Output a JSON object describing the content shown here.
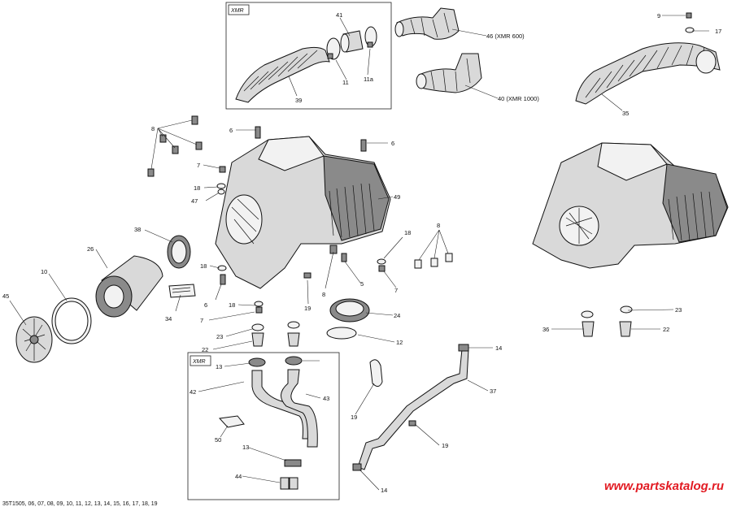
{
  "footer_reference": "35T1505, 06, 07, 08, 09, 10, 11, 12, 13, 14, 15, 16, 17, 18, 19",
  "watermark": "www.partskatalog.ru",
  "box_tags": {
    "top": "XMR",
    "bottom": "XMR"
  },
  "callouts": [
    {
      "id": "c41",
      "text": "41"
    },
    {
      "id": "c46",
      "text": "46 (XMR 600)"
    },
    {
      "id": "c39",
      "text": "39"
    },
    {
      "id": "c11",
      "text": "11"
    },
    {
      "id": "c11a",
      "text": "11a"
    },
    {
      "id": "c40",
      "text": "40 (XMR 1000)"
    },
    {
      "id": "c9",
      "text": "9"
    },
    {
      "id": "c17",
      "text": "17"
    },
    {
      "id": "c35",
      "text": "35"
    },
    {
      "id": "c8a",
      "text": "8"
    },
    {
      "id": "c6a",
      "text": "6"
    },
    {
      "id": "c6b",
      "text": "6"
    },
    {
      "id": "c7a",
      "text": "7"
    },
    {
      "id": "c18a",
      "text": "18"
    },
    {
      "id": "c47",
      "text": "47"
    },
    {
      "id": "c49",
      "text": "49"
    },
    {
      "id": "c38",
      "text": "38"
    },
    {
      "id": "c26",
      "text": "26"
    },
    {
      "id": "c10",
      "text": "10"
    },
    {
      "id": "c45",
      "text": "45"
    },
    {
      "id": "c18b",
      "text": "18"
    },
    {
      "id": "c6c",
      "text": "6"
    },
    {
      "id": "c34",
      "text": "34"
    },
    {
      "id": "c18c",
      "text": "18"
    },
    {
      "id": "c7b",
      "text": "7"
    },
    {
      "id": "c23a",
      "text": "23"
    },
    {
      "id": "c22a",
      "text": "22"
    },
    {
      "id": "c19a",
      "text": "19"
    },
    {
      "id": "c8b",
      "text": "8"
    },
    {
      "id": "c5",
      "text": "5"
    },
    {
      "id": "c18d",
      "text": "18"
    },
    {
      "id": "c8c",
      "text": "8"
    },
    {
      "id": "c7c",
      "text": "7"
    },
    {
      "id": "c24",
      "text": "24"
    },
    {
      "id": "c12",
      "text": "12"
    },
    {
      "id": "c23b",
      "text": "23"
    },
    {
      "id": "c36",
      "text": "36"
    },
    {
      "id": "c22b",
      "text": "22"
    },
    {
      "id": "c14a",
      "text": "14"
    },
    {
      "id": "c13a",
      "text": "13"
    },
    {
      "id": "c42",
      "text": "42"
    },
    {
      "id": "c43",
      "text": "43"
    },
    {
      "id": "c37",
      "text": "37"
    },
    {
      "id": "c19b",
      "text": "19"
    },
    {
      "id": "c50",
      "text": "50"
    },
    {
      "id": "c19c",
      "text": "19"
    },
    {
      "id": "c13b",
      "text": "13"
    },
    {
      "id": "c44",
      "text": "44"
    },
    {
      "id": "c14b",
      "text": "14"
    }
  ]
}
